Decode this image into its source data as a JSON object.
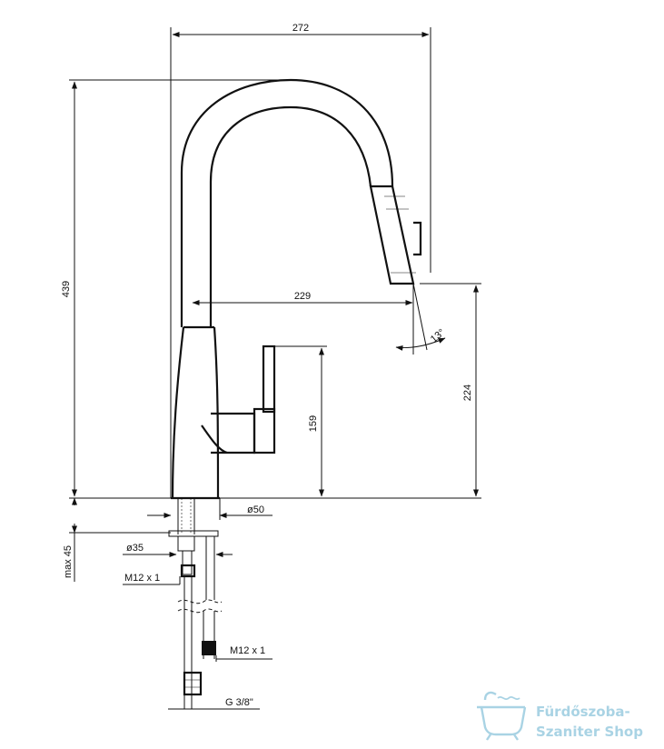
{
  "dimensions": {
    "width_total": "272",
    "height_total": "439",
    "reach": "229",
    "spout_height": "224",
    "handle_height": "159",
    "spray_angle": "13°",
    "base_diameter": "ø50",
    "hole_diameter": "ø35",
    "max_thickness": "max 45",
    "thread_upper": "M12 x 1",
    "thread_lower": "M12 x 1",
    "connection": "G 3/8\""
  },
  "watermark": {
    "line1": "Fürdőszoba-",
    "line2": "Szaniter Shop",
    "icon": "bathtub-icon",
    "color": "#a9d3e4"
  }
}
